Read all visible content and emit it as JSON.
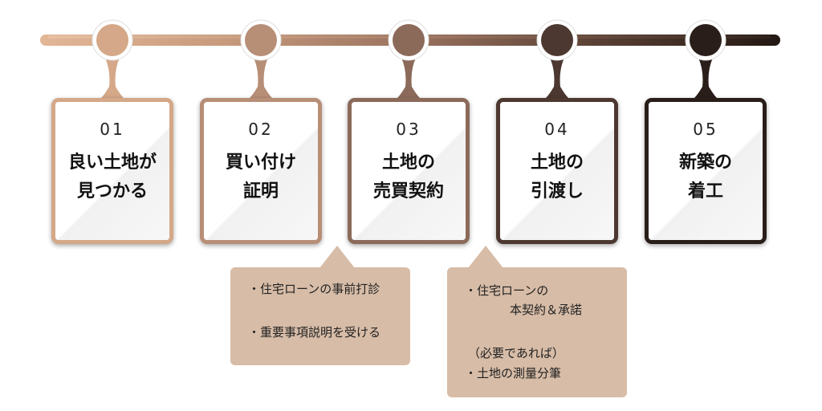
{
  "steps": [
    {
      "num": "01",
      "title": "良い土地が\n見つかる",
      "color": "#d4a888"
    },
    {
      "num": "02",
      "title": "買い付け\n証明",
      "color": "#b78e76"
    },
    {
      "num": "03",
      "title": "土地の\n売買契約",
      "color": "#8c6a5a"
    },
    {
      "num": "04",
      "title": "土地の\n引渡し",
      "color": "#4c3830"
    },
    {
      "num": "05",
      "title": "新築の\n着工",
      "color": "#2a1e1a"
    }
  ],
  "notes": [
    {
      "lines": [
        "・住宅ローンの事前打診",
        "・重要事項説明を受ける"
      ]
    },
    {
      "lines": [
        "・住宅ローンの",
        "本契約＆承諾",
        "（必要であれば）",
        "・土地の測量分筆"
      ]
    }
  ],
  "colors": {
    "note_bg": "#d7bca7"
  }
}
